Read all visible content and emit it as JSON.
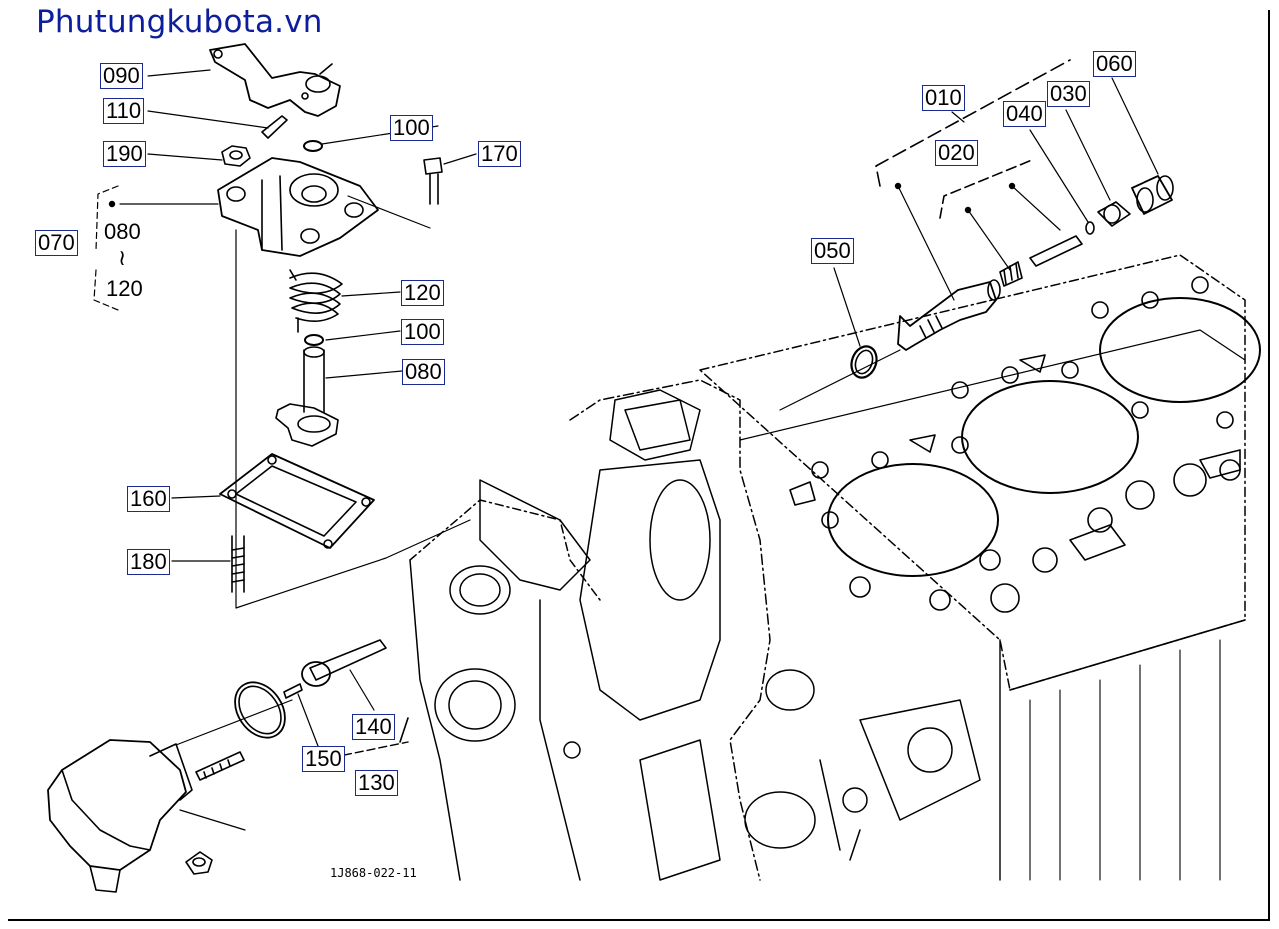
{
  "site": {
    "title": "Phutungkubota.vn"
  },
  "drawing_number": "1J868-022-11",
  "colors": {
    "brand": "#0d1e9c",
    "callout_border": "#1b2a8f",
    "line": "#000000"
  },
  "callouts": {
    "c090": "090",
    "c110": "110",
    "c100a": "100",
    "c170": "170",
    "c190": "190",
    "c070": "070",
    "c080a": "080",
    "c120a": "120",
    "c120b": "120",
    "c100b": "100",
    "c080b": "080",
    "c160": "160",
    "c180": "180",
    "c140": "140",
    "c150": "150",
    "c130": "130",
    "c050": "050",
    "c010": "010",
    "c020": "020",
    "c040": "040",
    "c030": "030",
    "c060": "060"
  },
  "range_symbol": "≀"
}
